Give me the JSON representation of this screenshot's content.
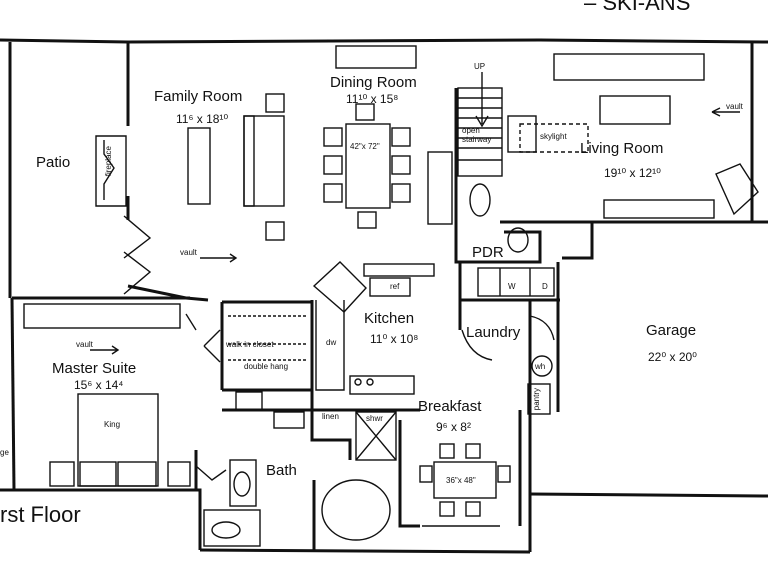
{
  "header": {
    "partial_text": "– SKI-ANS"
  },
  "footer": {
    "floor_label": "rst Floor"
  },
  "rooms": {
    "patio": {
      "name": "Patio"
    },
    "family": {
      "name": "Family Room",
      "dim": "11⁶ x 18¹⁰"
    },
    "dining": {
      "name": "Dining Room",
      "dim": "11¹⁰ x 15⁸"
    },
    "living": {
      "name": "Living Room",
      "dim": "19¹⁰ x 12¹⁰"
    },
    "kitchen": {
      "name": "Kitchen",
      "dim": "11⁰ x 10⁸"
    },
    "laundry": {
      "name": "Laundry"
    },
    "garage": {
      "name": "Garage",
      "dim": "22⁰ x 20⁰"
    },
    "master": {
      "name": "Master Suite",
      "dim": "15⁶ x 14⁴"
    },
    "breakfast": {
      "name": "Breakfast",
      "dim": "9⁶ x 8²"
    },
    "bath": {
      "name": "Bath"
    },
    "pdr": {
      "name": "PDR"
    }
  },
  "annotations": {
    "fireplace": "fireplace",
    "vault": "vault",
    "up": "UP",
    "open_stairway": "open stairway",
    "skylight": "skylight",
    "walk_in_closet": "walk in closet",
    "double_hang": "double hang",
    "dw": "dw",
    "ref": "ref",
    "linen": "linen",
    "shwr": "shwr",
    "wh": "wh",
    "pantry": "pantry",
    "king": "King",
    "dining_table": "42\"x 72\"",
    "breakfast_table": "36\"x 48\"",
    "washer": "W",
    "dryer": "D",
    "ge": "ge"
  }
}
